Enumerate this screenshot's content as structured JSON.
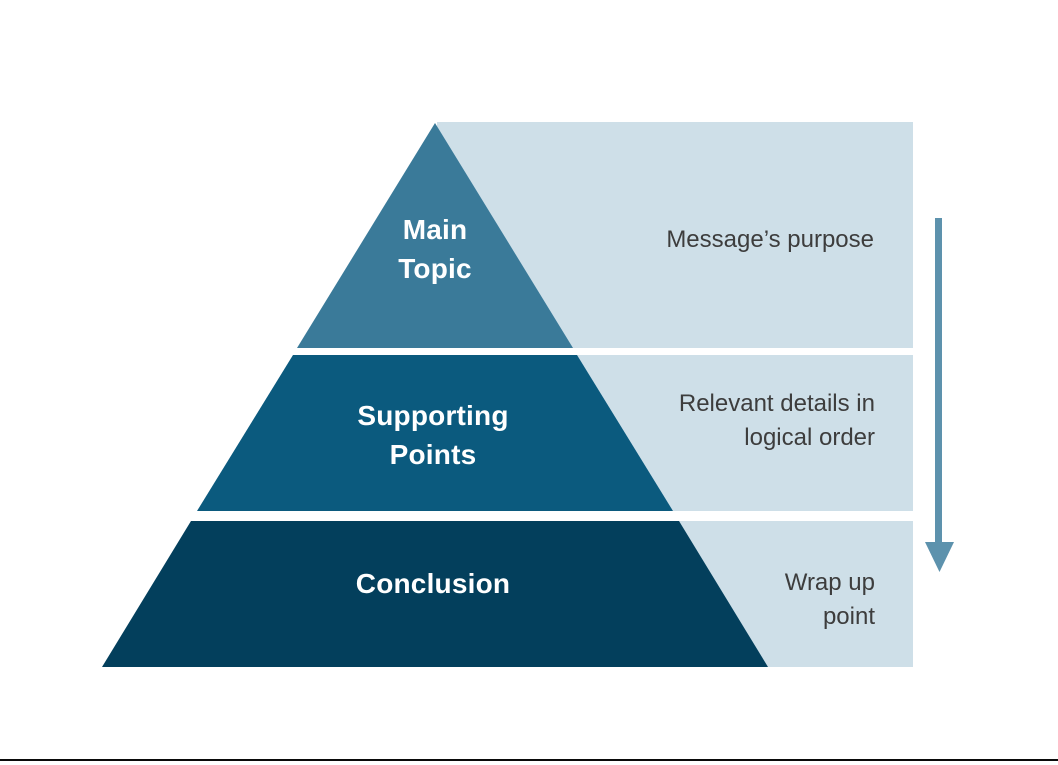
{
  "diagram": {
    "type": "pyramid",
    "tiers": [
      {
        "name": "main-topic",
        "label": "Main\nTopic",
        "description": "Message’s purpose",
        "color": "#3a7a99"
      },
      {
        "name": "supporting-points",
        "label": "Supporting\nPoints",
        "description": "Relevant details in\nlogical order",
        "color": "#0b5a7e"
      },
      {
        "name": "conclusion",
        "label": "Conclusion",
        "description": "Wrap up\npoint",
        "color": "#033f5c"
      }
    ],
    "flow_arrow": {
      "icon": "down-arrow-icon",
      "direction": "down"
    }
  },
  "colors": {
    "background": "#ffffff",
    "band_bg": "#cedfe8",
    "arrow": "#5d92ad",
    "label_text": "#ffffff",
    "description_text": "#3d3d3d",
    "bottom_rule": "#0a0a0a"
  }
}
